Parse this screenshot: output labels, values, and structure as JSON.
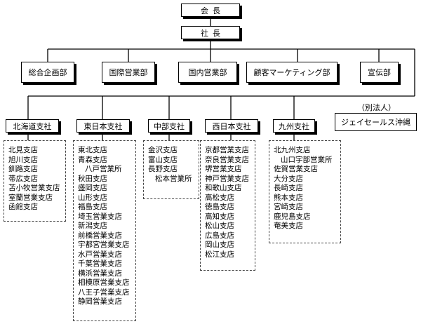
{
  "top": {
    "chairman": "会長",
    "president": "社長"
  },
  "departments": [
    "総合企画部",
    "国際営業部",
    "国内営業部",
    "顧客マーケティング部",
    "宣伝部"
  ],
  "subsidiary": {
    "label": "（別法人）",
    "name": "ジェイセールス沖縄"
  },
  "regions": [
    {
      "name": "北海道支社",
      "branches": [
        {
          "t": "北見支店"
        },
        {
          "t": "旭川支店"
        },
        {
          "t": "釧路支店"
        },
        {
          "t": "帯広支店"
        },
        {
          "t": "苫小牧営業支店"
        },
        {
          "t": "室蘭営業支店"
        },
        {
          "t": "函館支店"
        }
      ]
    },
    {
      "name": "東日本支社",
      "branches": [
        {
          "t": "東北支店"
        },
        {
          "t": "青森支店"
        },
        {
          "t": "八戸営業所",
          "indent": true
        },
        {
          "t": "秋田支店"
        },
        {
          "t": "盛岡支店"
        },
        {
          "t": "山形支店"
        },
        {
          "t": "福島支店"
        },
        {
          "t": "埼玉営業支店"
        },
        {
          "t": "新潟支店"
        },
        {
          "t": "前橋営業支店"
        },
        {
          "t": "宇都宮営業支店"
        },
        {
          "t": "水戸営業支店"
        },
        {
          "t": "千葉営業支店"
        },
        {
          "t": "横浜営業支店"
        },
        {
          "t": "相模原営業支店"
        },
        {
          "t": "八王子営業支店"
        },
        {
          "t": "静岡営業支店"
        }
      ]
    },
    {
      "name": "中部支社",
      "branches": [
        {
          "t": "金沢支店"
        },
        {
          "t": "富山支店"
        },
        {
          "t": "長野支店"
        },
        {
          "t": "松本営業所",
          "indent": true
        }
      ]
    },
    {
      "name": "西日本支社",
      "branches": [
        {
          "t": "京都営業支店"
        },
        {
          "t": "奈良営業支店"
        },
        {
          "t": "堺営業支店"
        },
        {
          "t": "神戸営業支店"
        },
        {
          "t": "和歌山支店"
        },
        {
          "t": "高松支店"
        },
        {
          "t": "徳島支店"
        },
        {
          "t": "高知支店"
        },
        {
          "t": "松山支店"
        },
        {
          "t": "広島支店"
        },
        {
          "t": "岡山支店"
        },
        {
          "t": "松江支店"
        }
      ]
    },
    {
      "name": "九州支社",
      "branches": [
        {
          "t": "北九州支店"
        },
        {
          "t": "山口宇部営業所",
          "indent": true
        },
        {
          "t": "佐賀営業支店"
        },
        {
          "t": "大分支店"
        },
        {
          "t": "長崎支店"
        },
        {
          "t": "熊本支店"
        },
        {
          "t": "宮崎支店"
        },
        {
          "t": "鹿児島支店"
        },
        {
          "t": "奄美支店"
        }
      ]
    }
  ]
}
